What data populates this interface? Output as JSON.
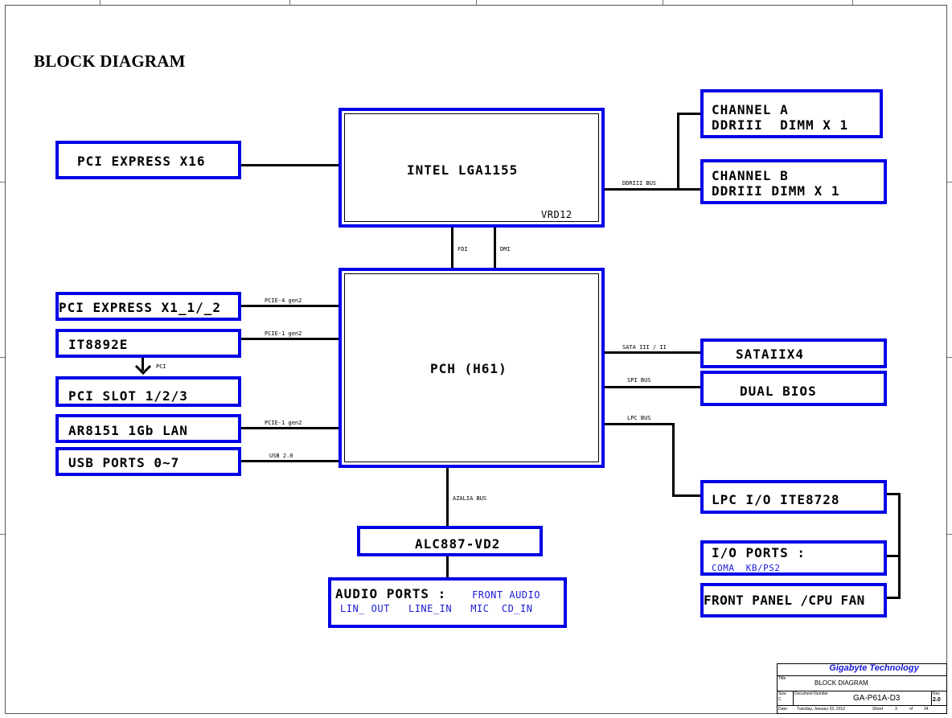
{
  "page": {
    "title": "BLOCK DIAGRAM"
  },
  "blocks": {
    "cpu": "INTEL LGA1155",
    "cpu_vrd": "VRD12",
    "pch": "PCH (H61)",
    "pcie16": "PCI EXPRESS X16",
    "pcie1": "PCI EXPRESS X1_1/_2",
    "it8892": "IT8892E",
    "pci_slot": "PCI SLOT 1/2/3",
    "lan": "AR8151 1Gb LAN",
    "usb": "USB PORTS 0~7",
    "ch_a_1": "CHANNEL A",
    "ch_a_2": "DDRIII  DIMM X 1",
    "ch_b_1": "CHANNEL B",
    "ch_b_2": "DDRIII DIMM X 1",
    "sata": "SATAIIX4",
    "bios": "DUAL BIOS",
    "lpc": "LPC I/O ITE8728",
    "io_ports": "I/O PORTS :",
    "io_ports_sub": "COMA  KB/PS2",
    "front_panel": "FRONT PANEL /CPU FAN",
    "alc": "ALC887-VD2",
    "audio_title": "AUDIO PORTS :",
    "audio_front": "FRONT AUDIO",
    "audio_sub": "LIN_ OUT   LINE_IN   MIC  CD_IN"
  },
  "buses": {
    "ddr": "DDRIII BUS",
    "fdi": "FDI",
    "dmi": "DMI",
    "pcie4": "PCIE-4 gen2",
    "pcie1_a": "PCIE-1 gen2",
    "pci": "PCI",
    "pcie1_b": "PCIE-1 gen2",
    "usb": "USB 2.0",
    "sata": "SATA III / II",
    "spi": "SPI BUS",
    "lpc": "LPC BUS",
    "azalia": "AZALIA BUS"
  },
  "title_block": {
    "company": "Gigabyte Technology",
    "title_label": "Title",
    "title": "BLOCK DIAGRAM",
    "size_label": "Size",
    "size": "C",
    "docnum_label": "Document Number",
    "docnum": "GA-P61A-D3",
    "rev_label": "Rev",
    "rev": "2.0",
    "date_label": "Date:",
    "date": "Tuesday, January 03, 2012",
    "sheet_label": "Sheet",
    "sheet": "3",
    "of_label": "of",
    "of": "34"
  },
  "colors": {
    "box_border": "#0000e6",
    "label_blue": "#1a1ad6",
    "company_blue": "#1a1ad6"
  }
}
